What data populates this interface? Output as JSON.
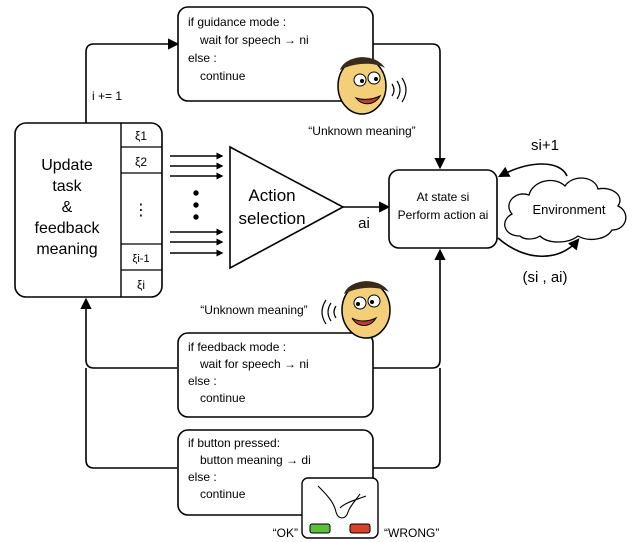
{
  "update_box": {
    "lines": [
      "Update",
      "task",
      "&",
      "feedback",
      "meaning"
    ]
  },
  "xi_column": {
    "cells": [
      "ξ1",
      "ξ2",
      "⋮",
      "ξi-1",
      "ξi"
    ]
  },
  "counter_label": "i += 1",
  "guidance_box": {
    "lines": [
      "if guidance mode :",
      "wait for speech → ni",
      "else :",
      "continue"
    ]
  },
  "feedback_box": {
    "lines": [
      "if feedback mode :",
      "wait for speech → ni",
      "else :",
      "continue"
    ]
  },
  "button_box": {
    "lines": [
      "if button pressed:",
      "button meaning → di",
      "else :",
      "continue"
    ]
  },
  "unknown_meaning_top": "“Unknown meaning”",
  "unknown_meaning_bottom": "“Unknown meaning”",
  "action_selection": {
    "lines": [
      "Action",
      "selection"
    ]
  },
  "action_output": "ai",
  "state_box": {
    "lines": [
      "At state si",
      "Perform action ai"
    ]
  },
  "environment_label": "Environment",
  "next_state_label": "si+1",
  "pair_label": "(si , ai)",
  "ok_label": "“OK”",
  "wrong_label": "“WRONG”",
  "colors": {
    "ok_button": "#5bbf3a",
    "wrong_button": "#d9412b",
    "face": "#f3cf7a",
    "stroke": "#000000"
  }
}
